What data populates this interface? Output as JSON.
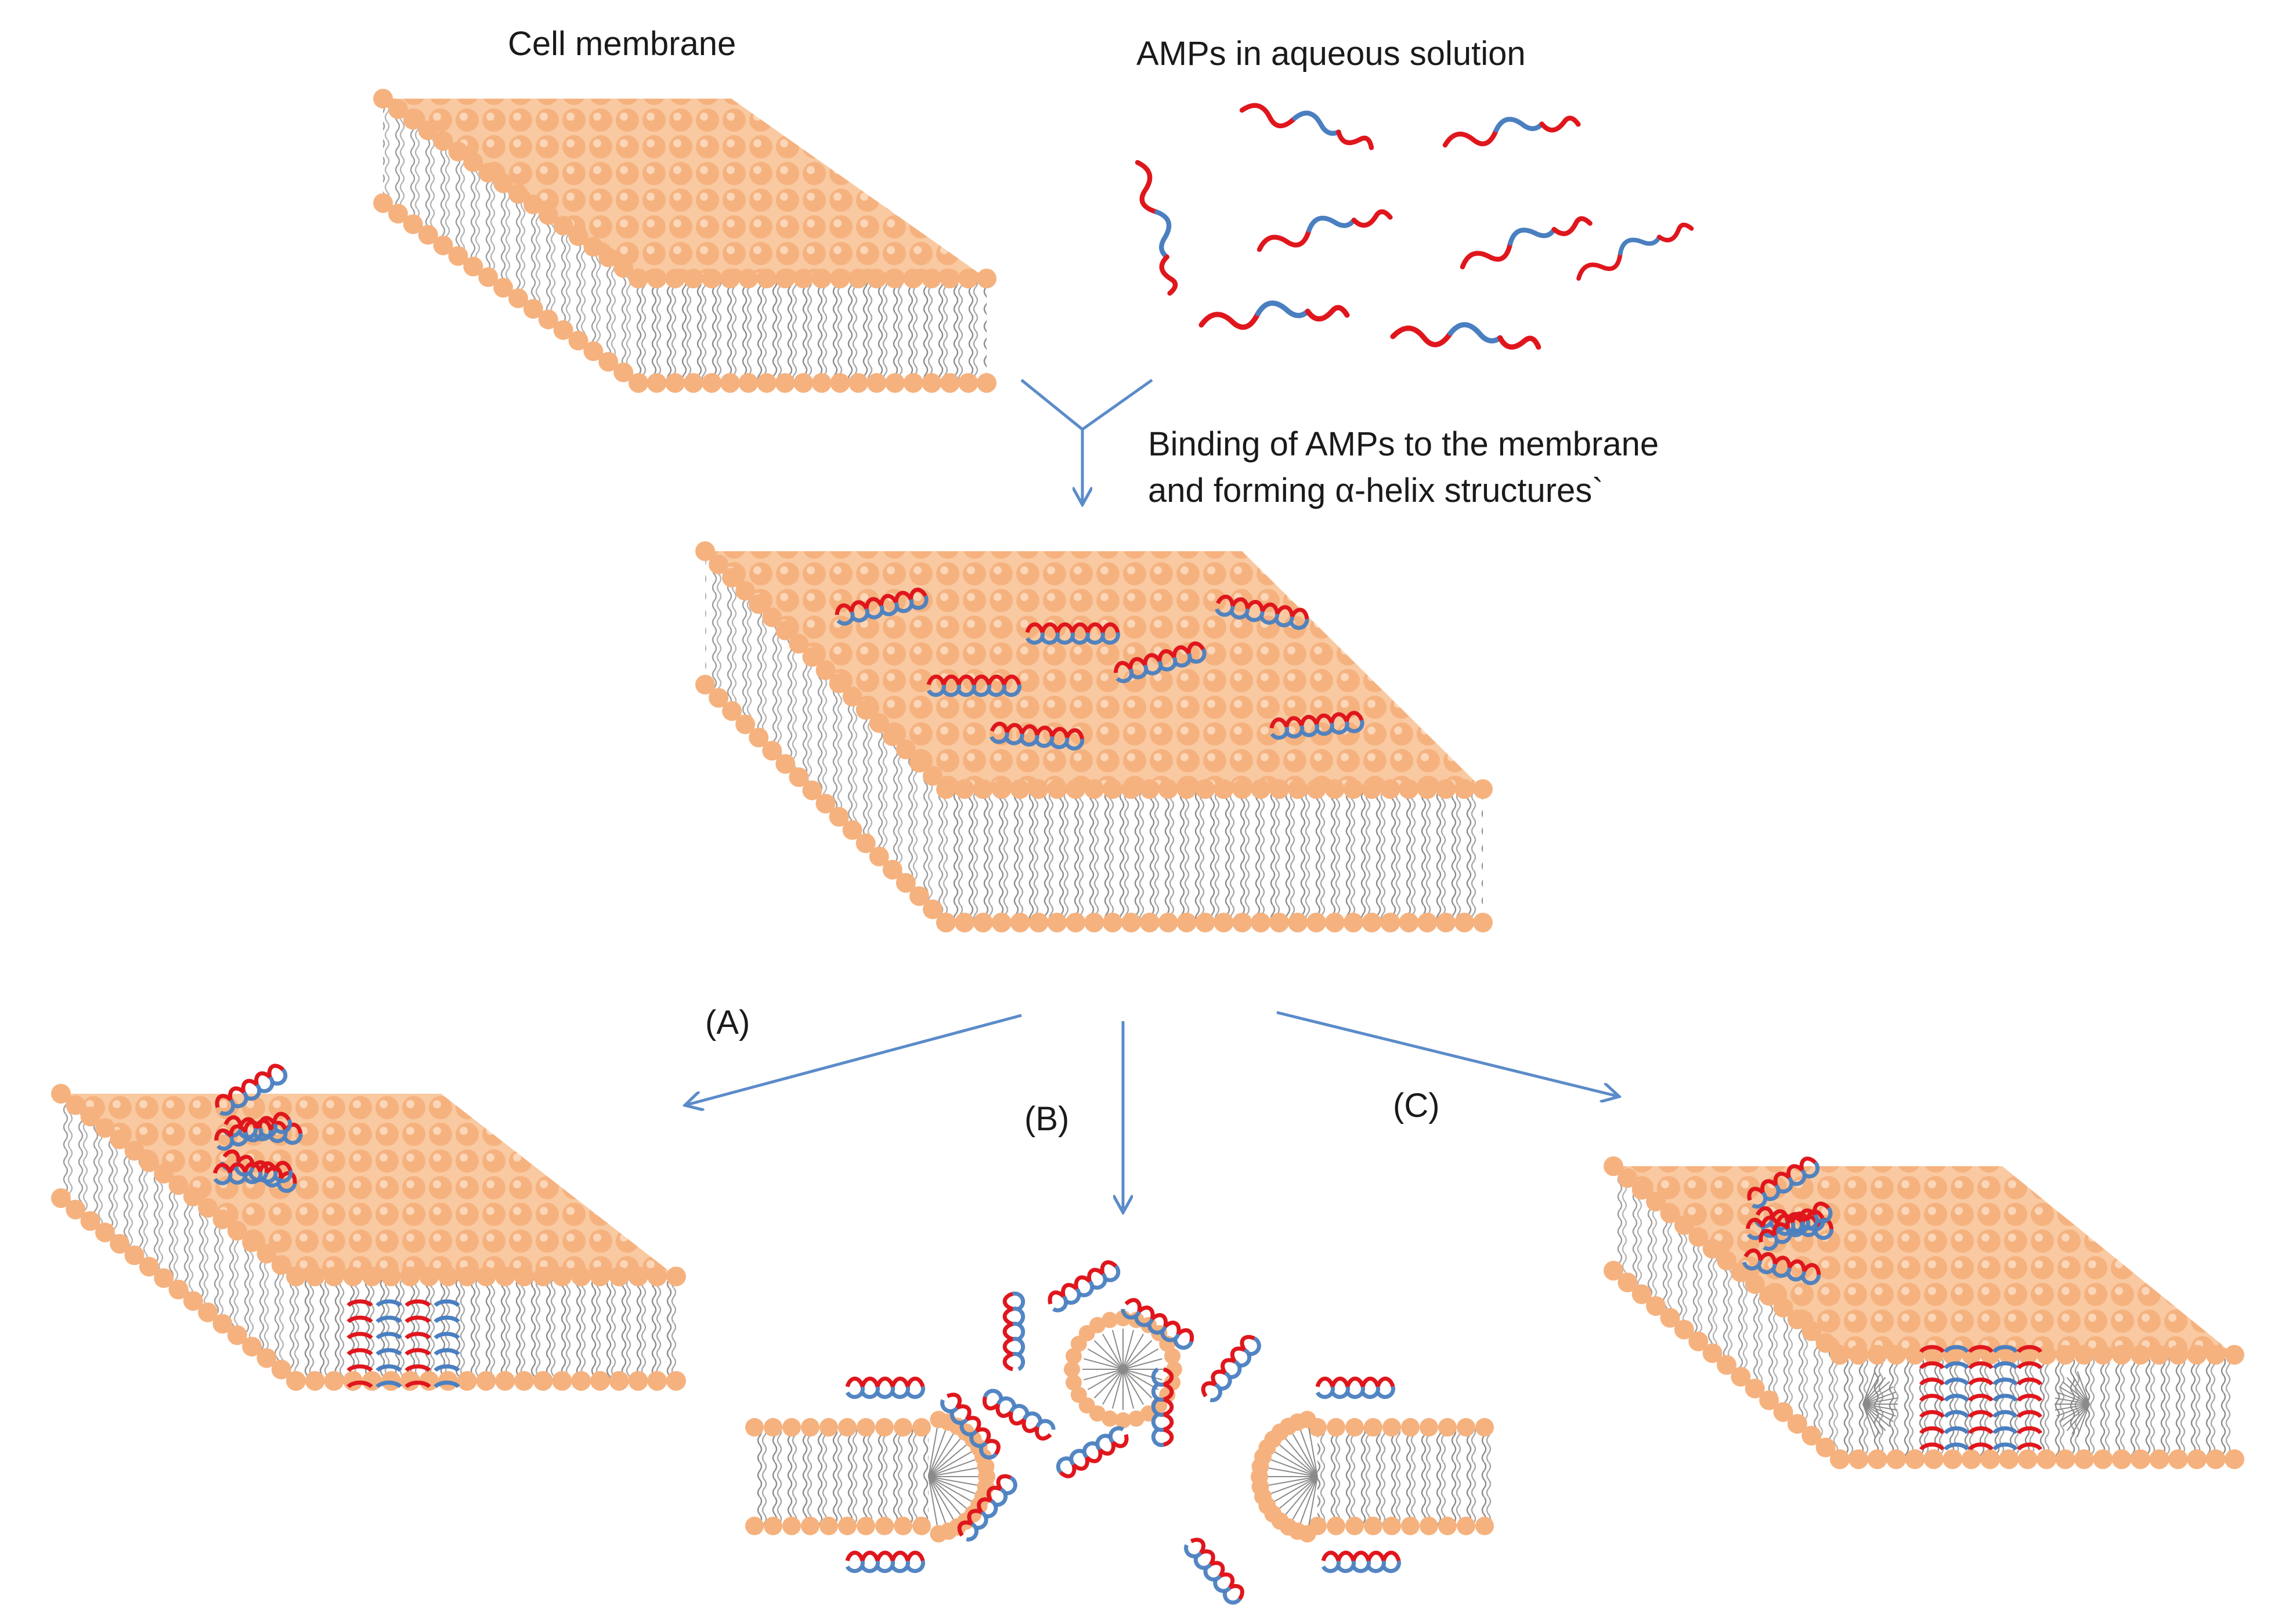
{
  "colors": {
    "headgroup": "#f5b27f",
    "headgroup_face": "#f8c7a0",
    "tail": "#8a8a8a",
    "peptide_red": "#e0161d",
    "peptide_blue": "#4a7fc0",
    "arrow": "#5b8bc9",
    "background": "#ffffff"
  },
  "labels": {
    "cell_membrane": "Cell membrane",
    "amps_solution": "AMPs in aqueous solution",
    "binding_line1": "Binding of AMPs to the membrane",
    "binding_line2": "and forming α-helix structures`",
    "path_a": "(A)",
    "path_b": "(B)",
    "path_c": "(C)"
  },
  "elements": {
    "top_membrane": "lipid-bilayer-slab",
    "amps": "random-coil-peptides",
    "middle_membrane": "membrane-with-bound-helices",
    "model_a": "barrel-stave-pore",
    "model_b": "carpet-micelle-formation",
    "model_c": "toroidal-pore"
  }
}
